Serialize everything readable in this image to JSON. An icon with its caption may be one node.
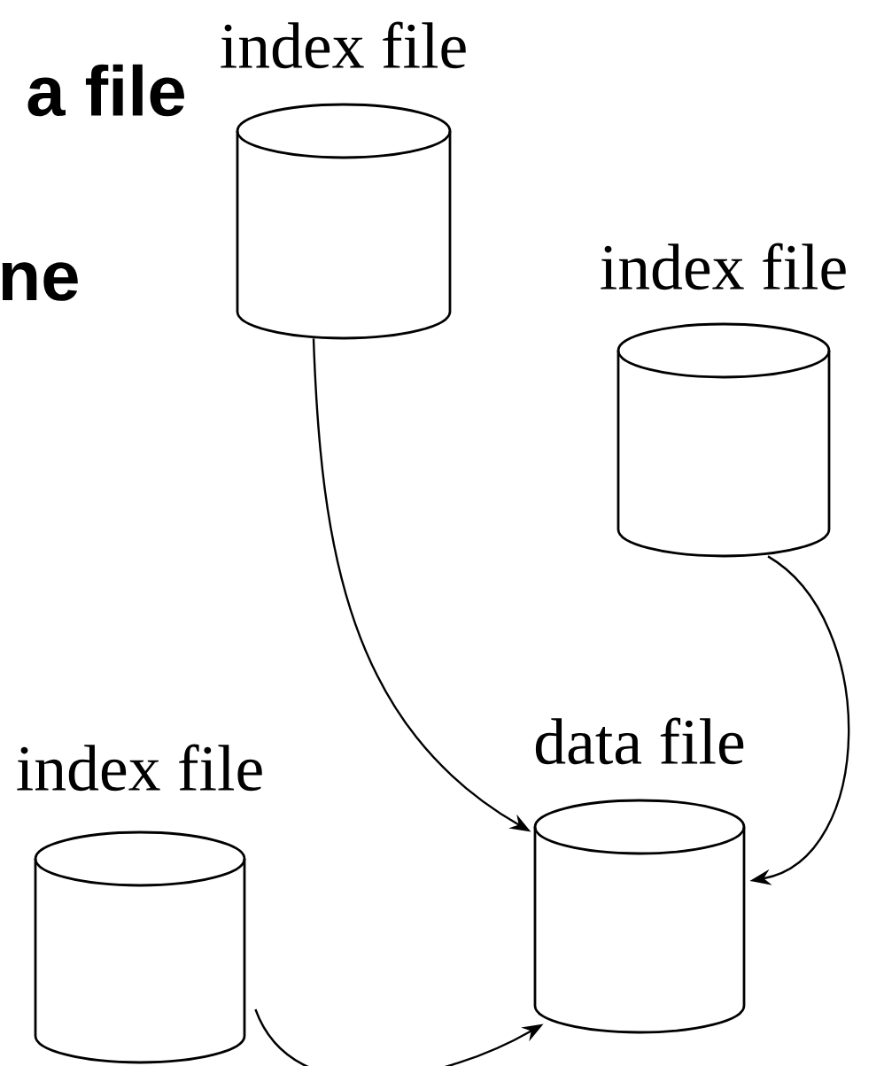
{
  "diagram": {
    "nodes": [
      {
        "text": [
          "index file"
        ]
      },
      {
        "text": [
          "index file"
        ]
      },
      {
        "text": [
          "data file"
        ]
      },
      {
        "text": [
          "index file"
        ]
      }
    ],
    "edges": [
      {
        "from": 0,
        "to": 2,
        "arrow": "to"
      },
      {
        "from": 1,
        "to": 2,
        "arrow": "to"
      },
      {
        "from": 3,
        "to": 2,
        "arrow": "to"
      }
    ],
    "labels": [
      "a file",
      "ne"
    ]
  }
}
